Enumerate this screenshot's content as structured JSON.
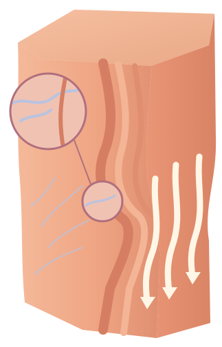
{
  "figure": {
    "subject": "tissue-block-cross-section",
    "labels": []
  },
  "colors": {
    "background": "#ffffff",
    "top_face": "#f6c0a1",
    "top_face_edge": "#e9a987",
    "front_face": "#efa583",
    "front_face_light": "#f4b99a",
    "front_face_dark": "#df8f70",
    "side_face": "#e99676",
    "side_face_dark": "#d98365",
    "wavy_layer_dark": "#d67e63",
    "wavy_layer_light": "#f3b596",
    "vessel": "#b8c3e0",
    "lens_ring": "#b06f7e",
    "lens_fill": "#f0c2b2",
    "arrow_fill": "#fff6e6",
    "arrow_edge": "#f1d7bd"
  },
  "icons": {
    "flow_arrows": "white-curved-arrows-pointing-down",
    "magnifier_large": "magnified-inset-circle",
    "magnifier_small": "magnified-source-circle"
  },
  "flow_arrow_count": 3
}
